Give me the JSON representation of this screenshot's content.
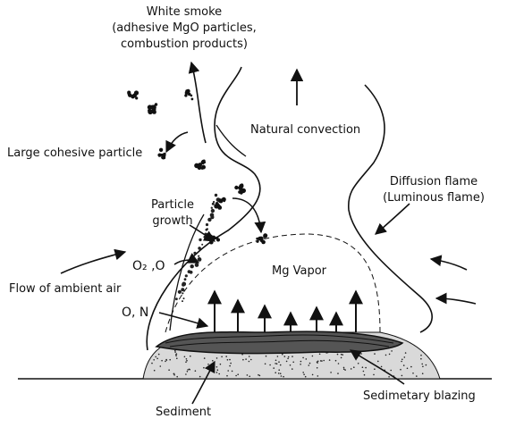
{
  "labels": {
    "white_smoke_line1": "White smoke",
    "white_smoke_line2": "(adhesive MgO particles,",
    "white_smoke_line3": "combustion products)",
    "natural_convection": "Natural convection",
    "large_cohesive_particle": "Large cohesive particle",
    "diffusion_flame_line1": "Diffusion flame",
    "diffusion_flame_line2": "(Luminous flame)",
    "particle_growth_line1": "Particle",
    "particle_growth_line2": "growth",
    "o2_o": "O₂ ,O",
    "mg_vapor": "Mg Vapor",
    "flow_of_ambient_air": "Flow of ambient air",
    "o_n": "O, N",
    "sediment": "Sediment",
    "sedimentary_blazing": "Sedimetary blazing"
  },
  "colors": {
    "line": "#111111",
    "background": "#ffffff"
  }
}
